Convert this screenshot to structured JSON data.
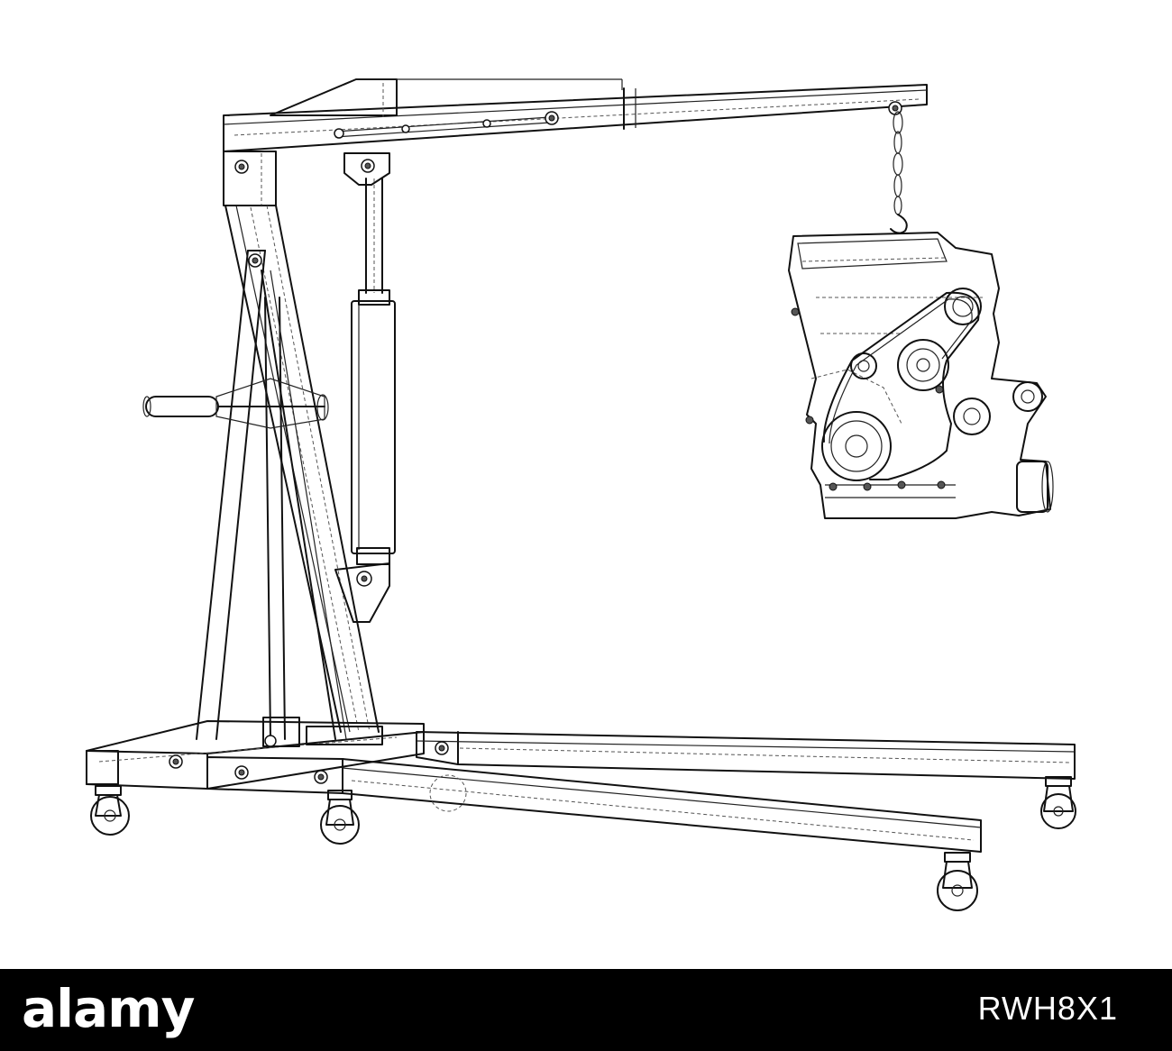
{
  "footer": {
    "brand": "alamy",
    "image_id": "RWH8X1"
  },
  "illustration": {
    "subject": "engine-crane",
    "style": "wireframe",
    "line_color": "#111111",
    "background_color": "#ffffff",
    "footer_color": "#000000"
  }
}
